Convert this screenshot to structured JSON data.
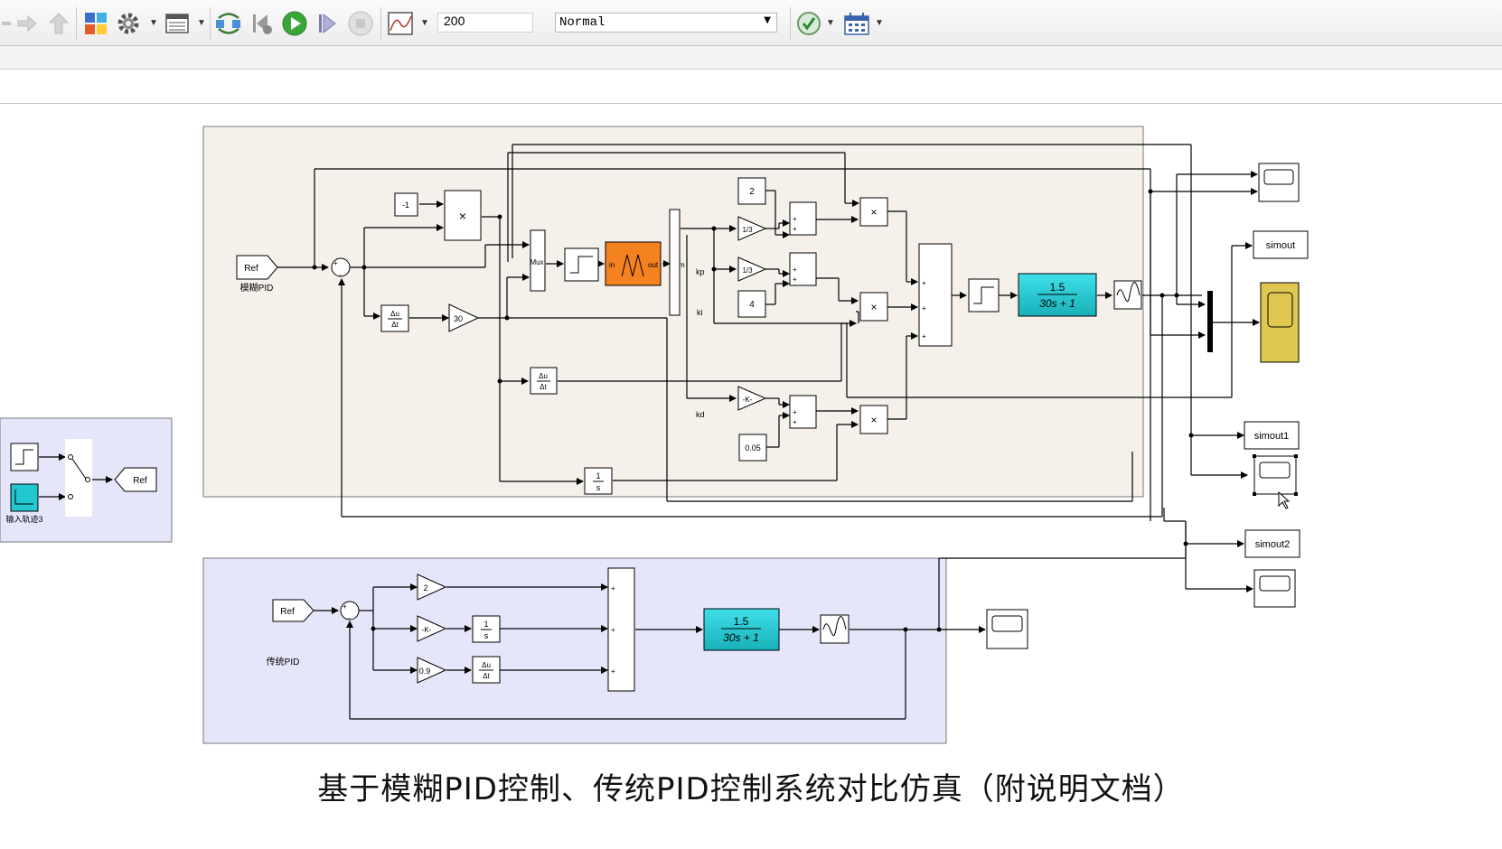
{
  "toolbar": {
    "stop_time": "200",
    "sim_mode": "Normal",
    "icons": [
      "forward-arrow-icon",
      "up-arrow-icon",
      "library-browser-icon",
      "gear-icon",
      "model-explorer-icon",
      "update-diagram-icon",
      "step-back-icon",
      "run-icon",
      "step-forward-icon",
      "stop-icon",
      "scope-icon",
      "check-icon",
      "schedule-icon"
    ]
  },
  "fuzzy_subsystem": {
    "ref_label": "Ref",
    "ref_caption": "模糊PID",
    "const_neg1": "-1",
    "product": "×",
    "gain_30": "30",
    "deriv_top": "Δu",
    "deriv_bot": "Δt",
    "mux_label": "Mux",
    "fuzzy_in": "in",
    "fuzzy_out": "out",
    "demux_label": "m",
    "const_2": "2",
    "const_4": "4",
    "const_005": "0.05",
    "gain_13a": "1/3",
    "gain_13b": "1/3",
    "gain_k": "-K-",
    "kp": "kp",
    "ki": "ki",
    "kd": "kd",
    "plus": "+",
    "plant_num": "1.5",
    "plant_den": "30s + 1",
    "integ_num": "1",
    "integ_den": "s"
  },
  "input_subsystem": {
    "caption": "输入轨迹3",
    "ref_label": "Ref"
  },
  "traditional_subsystem": {
    "ref_label": "Ref",
    "caption": "传统PID",
    "gain_2": "2",
    "gain_k": "-K-",
    "gain_09": "0.9",
    "integ_num": "1",
    "integ_den": "s",
    "deriv_top": "Δu",
    "deriv_bot": "Δt",
    "plant_num": "1.5",
    "plant_den": "30s + 1"
  },
  "outputs": {
    "simout": "simout",
    "simout1": "simout1",
    "simout2": "simout2"
  },
  "colors": {
    "fuzzy_bg": "#f5f0ea",
    "subsystem_bg": "#e6e6fa",
    "plant": "#22c7d0",
    "fuzzy_block": "#f58220",
    "scope_yellow": "#e0c850",
    "step_cyan": "#22c7d0"
  },
  "caption": "基于模糊PID控制、传统PID控制系统对比仿真（附说明文档）"
}
